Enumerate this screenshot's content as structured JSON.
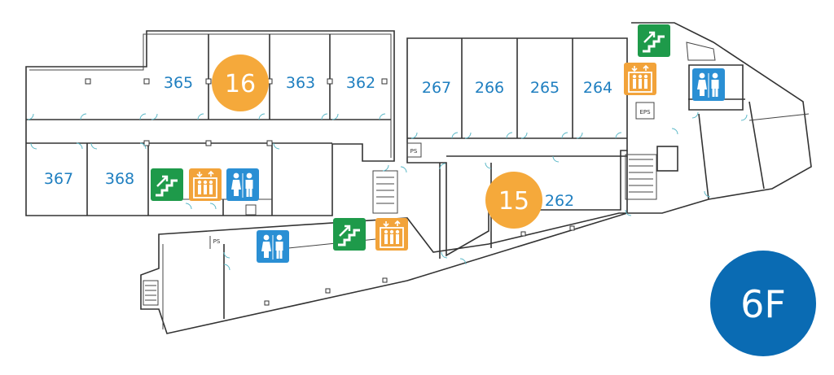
{
  "floor": {
    "label": "6F",
    "badge_color": "#0a6bb3"
  },
  "buildings": [
    {
      "id": "building-16",
      "label": "16"
    },
    {
      "id": "building-15",
      "label": "15"
    }
  ],
  "building_badge_color": "#f5a93b",
  "rooms": {
    "r365": "365",
    "r363": "363",
    "r362": "362",
    "r267": "267",
    "r266": "266",
    "r265": "265",
    "r264": "264",
    "r367": "367",
    "r368": "368",
    "r262": "262"
  },
  "small_labels": {
    "ps": "PS",
    "eps": "EPS",
    "ps2": "PS"
  },
  "icons": {
    "stairs_color": "#1e9a4a",
    "elevator_color": "#f2a33a",
    "restroom_color": "#2a8fd4",
    "names": [
      "stairs-icon",
      "elevator-icon",
      "restroom-icon"
    ]
  },
  "room_text_color": "#1f7fc0"
}
